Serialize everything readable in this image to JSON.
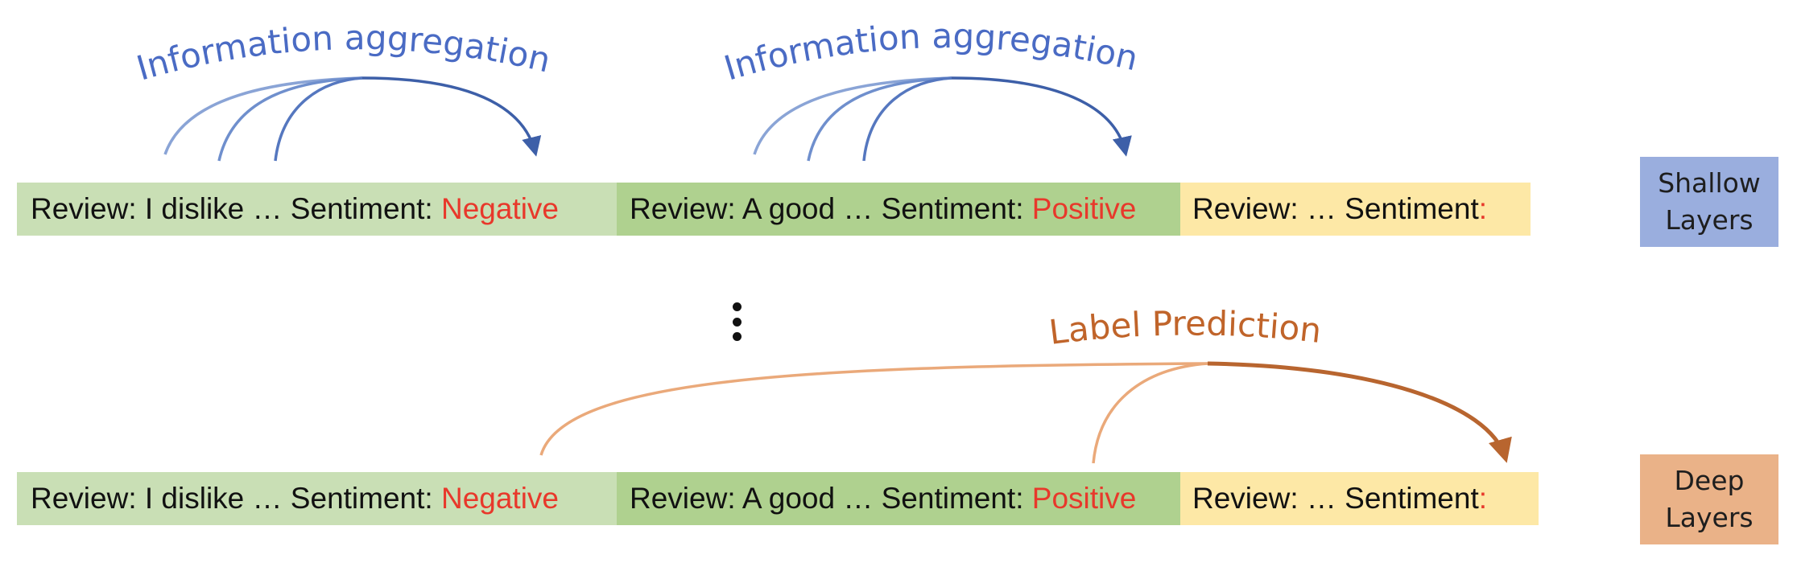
{
  "annotations": {
    "top_left_title": "Information aggregation",
    "top_middle_title": "Information aggregation",
    "bottom_title": "Label Prediction"
  },
  "colors": {
    "aggregation_text": "#4a6bc4",
    "aggregation_arrow_dark": "#3d5fa8",
    "aggregation_arrow_light": "#8aa4d6",
    "prediction_text": "#c0642a",
    "prediction_arrow_dark": "#b8652f",
    "prediction_arrow_light": "#eaa97a",
    "label_red": "#e8382b",
    "segment1_bg": "#c9dfb5",
    "segment2_bg": "#afd18f",
    "segment3_bg": "#fde8a6",
    "shallow_bg": "#9aaede",
    "deep_bg": "#eab288"
  },
  "shallow_row": {
    "seg1_text": "Review: I dislike … Sentiment: ",
    "seg1_label": "Negative",
    "seg2_text": "Review: A good … Sentiment: ",
    "seg2_label": "Positive",
    "seg3_text": "Review: … Sentiment",
    "seg3_colon": ":"
  },
  "deep_row": {
    "seg1_text": "Review: I dislike … Sentiment: ",
    "seg1_label": "Negative",
    "seg2_text": "Review: A good … Sentiment: ",
    "seg2_label": "Positive",
    "seg3_text": "Review: … Sentiment",
    "seg3_colon": ":"
  },
  "layers": {
    "shallow_line1": "Shallow",
    "shallow_line2": "Layers",
    "deep_line1": "Deep",
    "deep_line2": "Layers"
  }
}
